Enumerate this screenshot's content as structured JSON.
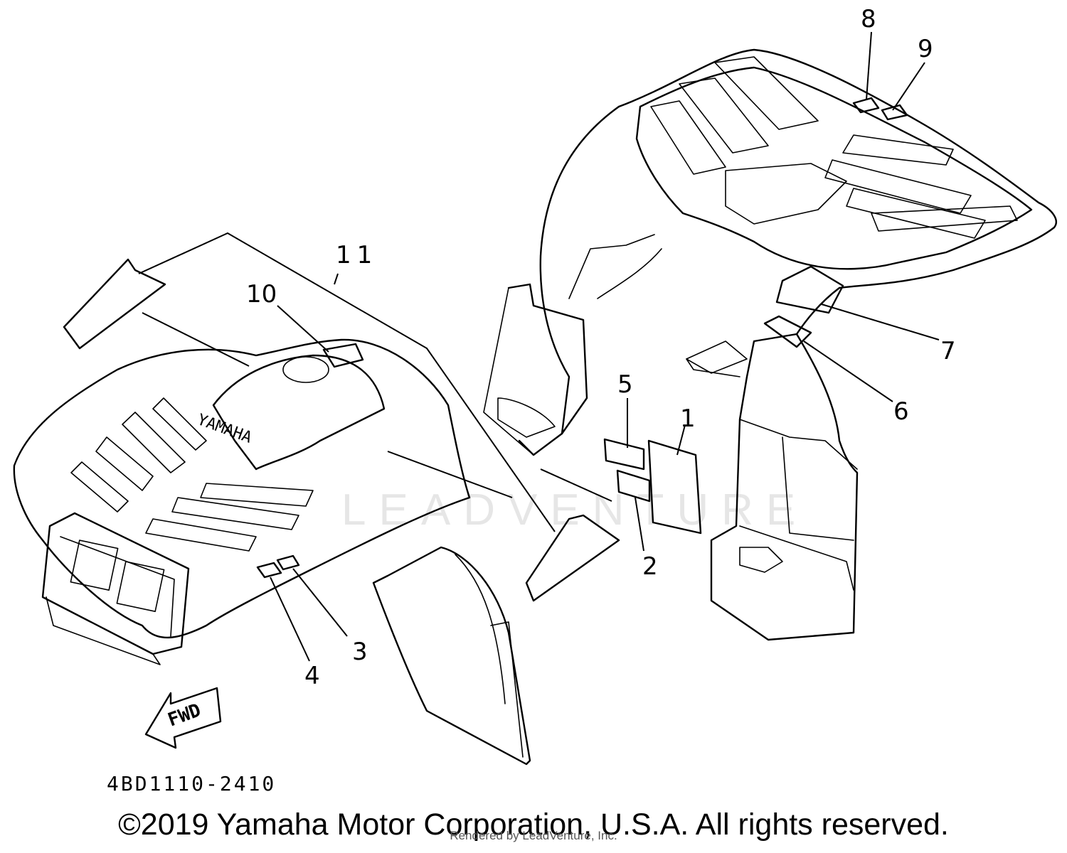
{
  "diagram": {
    "watermark": "LEADVENTURE",
    "part_code": "4BD1110-2410",
    "brand_decal": "YAMAHA",
    "fwd_label": "FWD",
    "callouts": [
      "1",
      "2",
      "3",
      "4",
      "5",
      "6",
      "7",
      "8",
      "9",
      "10",
      "11"
    ]
  },
  "footer": {
    "copyright": "©2019 Yamaha Motor Corporation, U.S.A. All rights reserved.",
    "rendered_by": "Rendered by LeadVenture, Inc."
  }
}
